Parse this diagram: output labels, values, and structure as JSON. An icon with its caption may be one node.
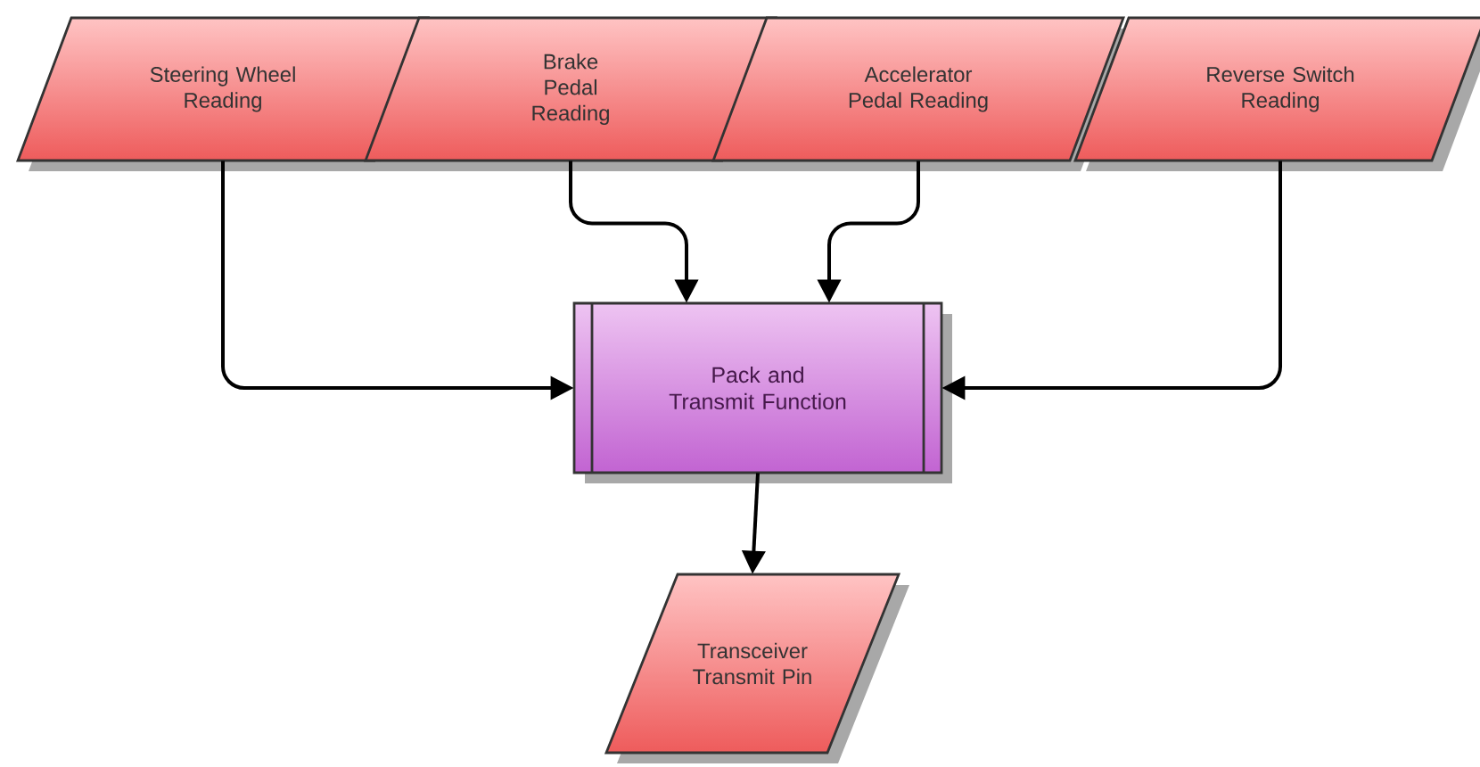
{
  "diagram": {
    "nodes": [
      {
        "text": [
          "Steering Wheel Reading"
        ]
      },
      {
        "text": [
          "Brake Pedal Reading"
        ]
      },
      {
        "text": [
          "Accelerator Pedal Reading"
        ]
      },
      {
        "text": [
          "Reverse Switch Reading"
        ]
      },
      {
        "text": [
          "Transceiver Transmit Pin"
        ]
      },
      {
        "text": [
          "Pack and Transmit Function"
        ]
      }
    ],
    "edges": [
      {
        "from": 0,
        "to": 5,
        "arrow": "to"
      },
      {
        "from": 1,
        "to": 5,
        "arrow": "to"
      },
      {
        "from": 2,
        "to": 5,
        "arrow": "to"
      },
      {
        "from": 3,
        "to": 5,
        "arrow": "to"
      },
      {
        "from": 5,
        "to": 4,
        "arrow": "to"
      }
    ]
  }
}
